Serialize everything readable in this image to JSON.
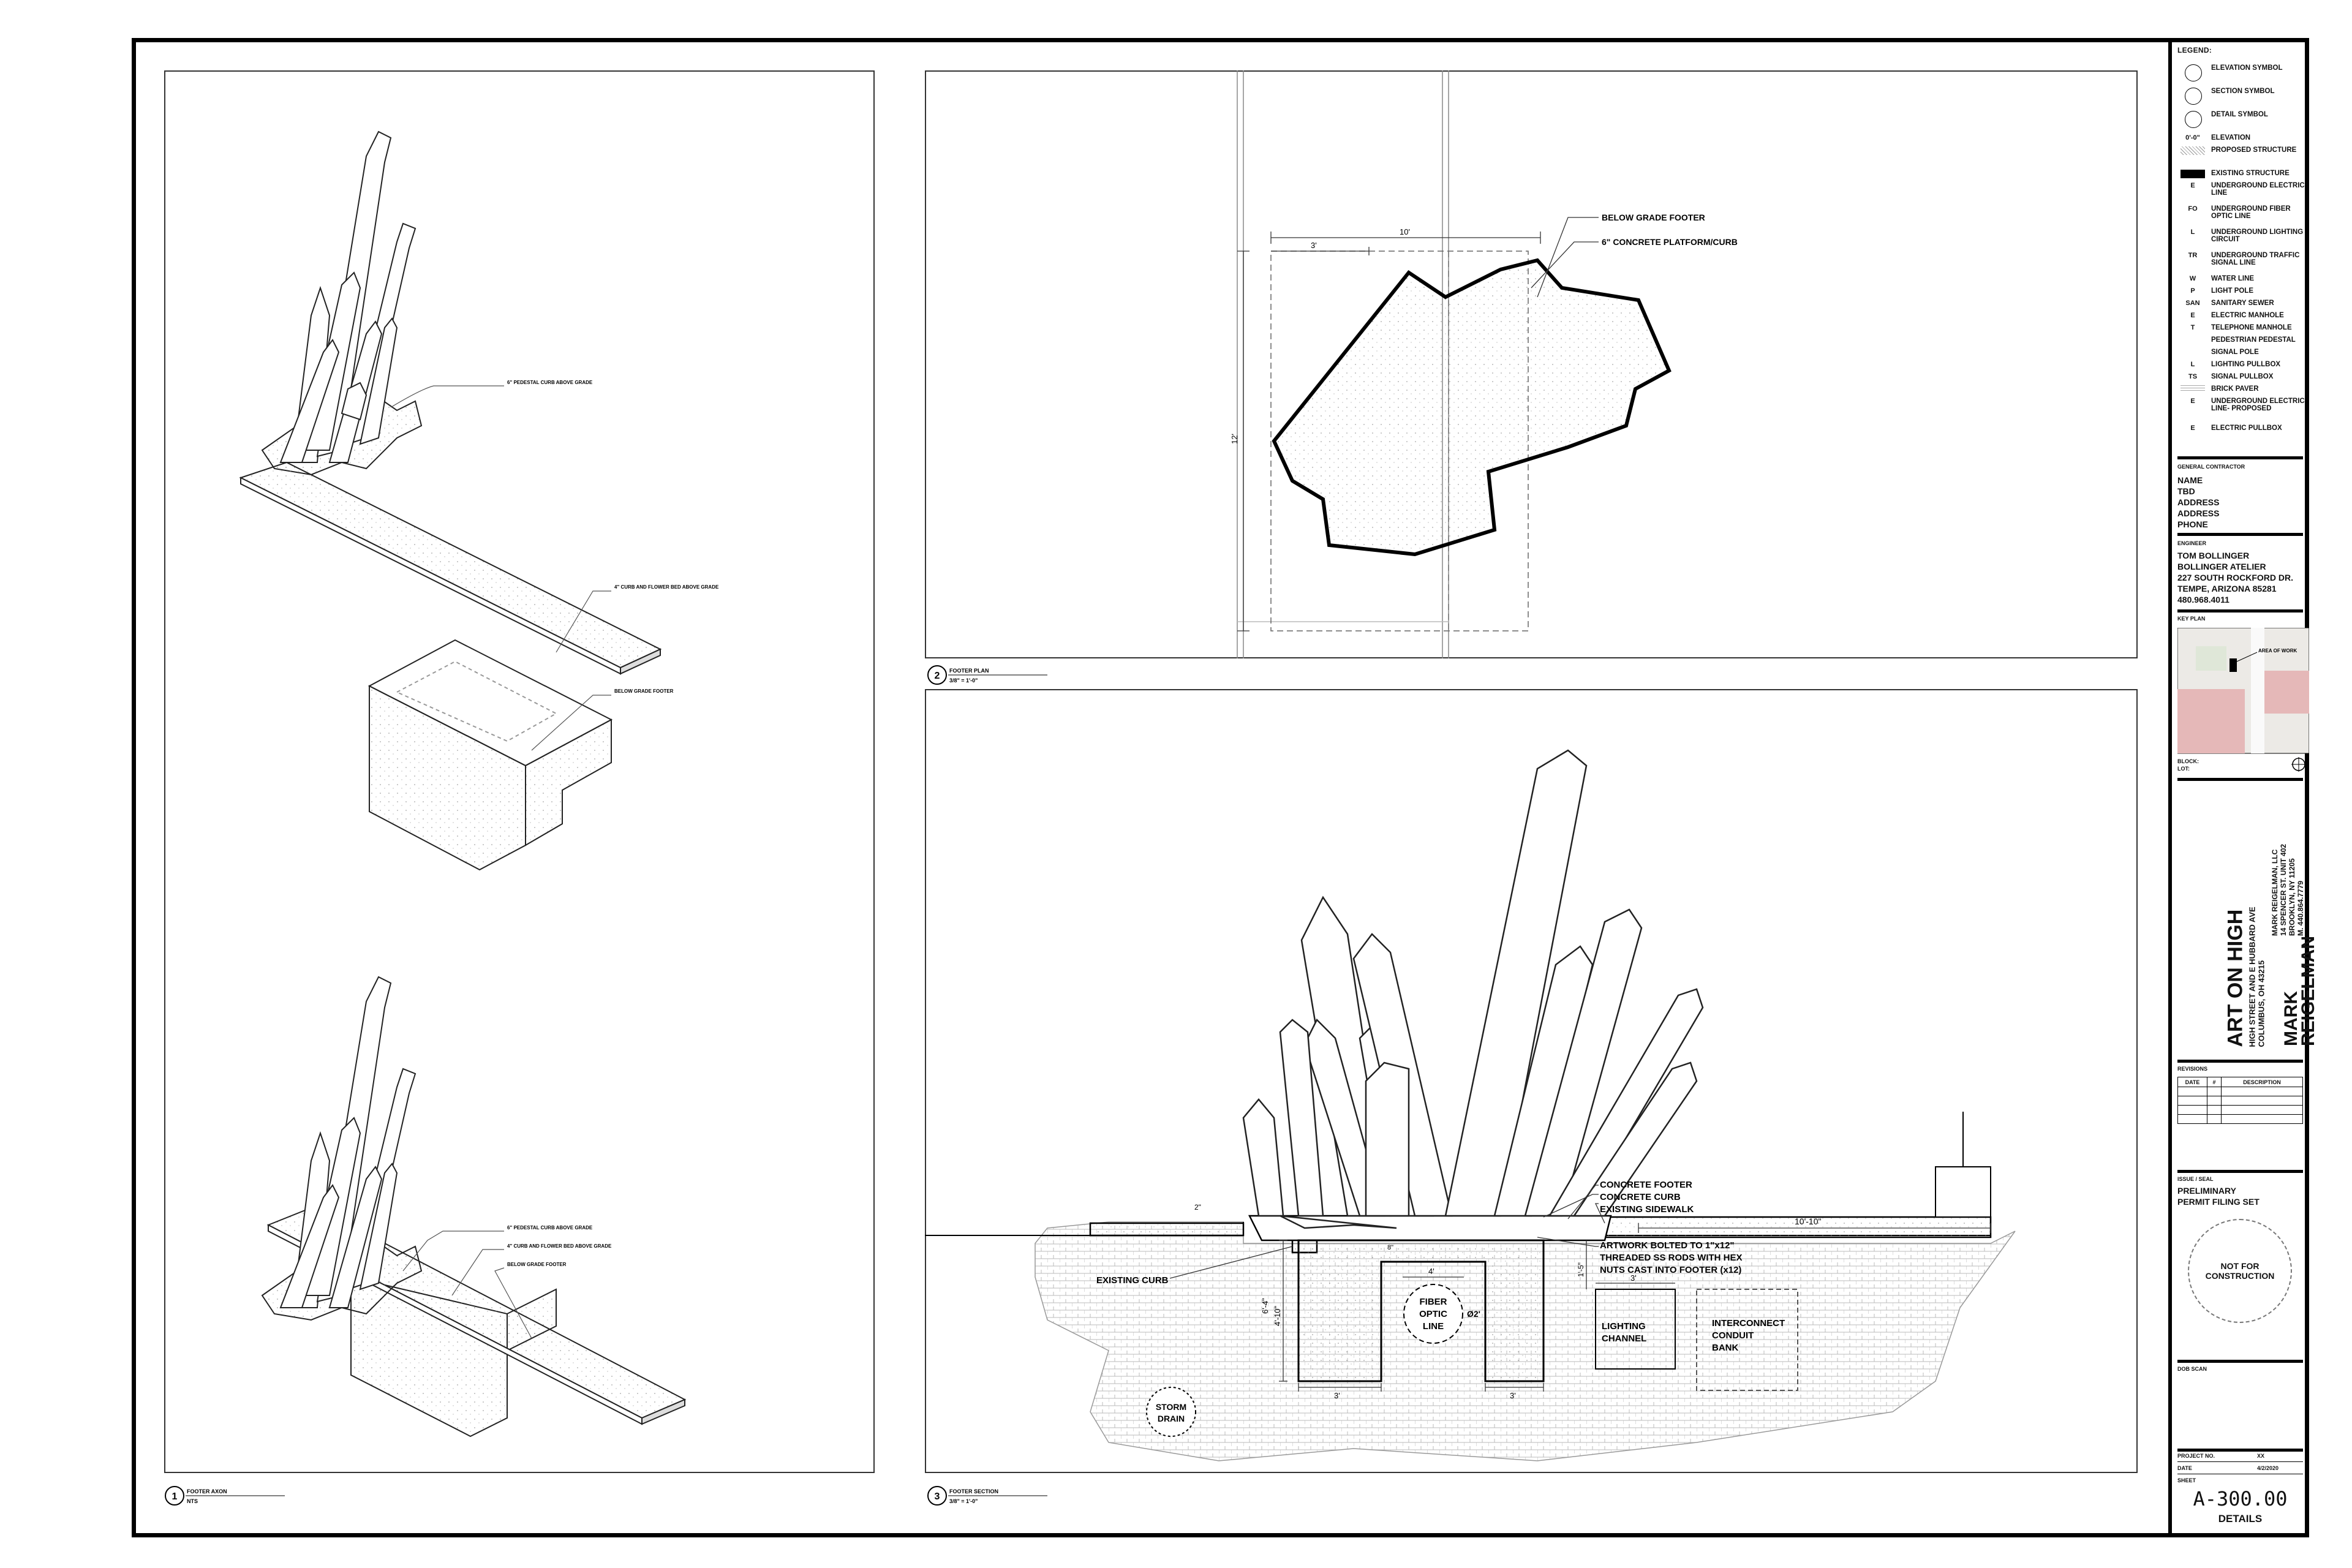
{
  "views": {
    "v1": {
      "number": "1",
      "title": "FOOTER AXON",
      "scale": "NTS"
    },
    "v2": {
      "number": "2",
      "title": "FOOTER PLAN",
      "scale": "3/8\" = 1'-0\""
    },
    "v3": {
      "number": "3",
      "title": "FOOTER SECTION",
      "scale": "3/8\" = 1'-0\""
    }
  },
  "axon": {
    "top_pedestal": "6\" PEDESTAL CURB ABOVE GRADE",
    "top_curb": "4\" CURB AND FLOWER BED ABOVE GRADE",
    "top_footer": "BELOW GRADE FOOTER",
    "bot_pedestal": "6\" PEDESTAL CURB ABOVE GRADE",
    "bot_curb": "4\" CURB AND FLOWER BED ABOVE GRADE",
    "bot_footer": "BELOW GRADE FOOTER"
  },
  "plan": {
    "below_footer": "BELOW GRADE FOOTER",
    "platform": "6\" CONCRETE PLATFORM/CURB",
    "dim_10": "10'",
    "dim_3": "3'",
    "dim_12": "12'"
  },
  "section": {
    "concrete_footer": "CONCRETE FOOTER",
    "concrete_curb": "CONCRETE CURB",
    "existing_sidewalk": "EXISTING SIDEWALK",
    "dim_10_10": "10'-10\"",
    "bolts_1": "ARTWORK BOLTED TO 1\"x12\"",
    "bolts_2": "THREADED SS RODS WITH HEX",
    "bolts_3": "NUTS CAST INTO FOOTER (x12)",
    "existing_curb": "EXISTING CURB",
    "fiber_1": "FIBER",
    "fiber_2": "OPTIC",
    "fiber_3": "LINE",
    "fiber_dia": "Ø2'",
    "lighting_1": "LIGHTING",
    "lighting_2": "CHANNEL",
    "conduit_1": "INTERCONNECT",
    "conduit_2": "CONDUIT",
    "conduit_3": "BANK",
    "storm_1": "STORM",
    "storm_2": "DRAIN",
    "dim_6_4": "6'-4\"",
    "dim_4_10": "4'-10\"",
    "dim_3a": "3'",
    "dim_3b": "3'",
    "dim_4": "4'",
    "dim_1_5": "1'-5\"",
    "dim_3c": "3'",
    "dim_2in": "2\"",
    "dim_8": "8\""
  },
  "legend": {
    "title": "LEGEND:",
    "items": [
      {
        "sym": "",
        "label": "ELEVATION SYMBOL"
      },
      {
        "sym": "",
        "label": "SECTION SYMBOL"
      },
      {
        "sym": "",
        "label": "DETAIL SYMBOL"
      },
      {
        "sym": "0'-0\"",
        "label": "ELEVATION"
      },
      {
        "sym": "",
        "label": "PROPOSED STRUCTURE"
      },
      {
        "sym": "",
        "label": "EXISTING STRUCTURE"
      },
      {
        "sym": "E",
        "label": "UNDERGROUND ELECTRIC LINE"
      },
      {
        "sym": "FO",
        "label": "UNDERGROUND FIBER OPTIC LINE"
      },
      {
        "sym": "L",
        "label": "UNDERGROUND LIGHTING CIRCUIT"
      },
      {
        "sym": "TR",
        "label": "UNDERGROUND TRAFFIC SIGNAL LINE"
      },
      {
        "sym": "W",
        "label": "WATER LINE"
      },
      {
        "sym": "P",
        "label": "LIGHT POLE"
      },
      {
        "sym": "SAN",
        "label": "SANITARY SEWER"
      },
      {
        "sym": "E",
        "label": "ELECTRIC MANHOLE"
      },
      {
        "sym": "T",
        "label": "TELEPHONE MANHOLE"
      },
      {
        "sym": "",
        "label": "PEDESTRIAN PEDESTAL"
      },
      {
        "sym": "",
        "label": "SIGNAL POLE"
      },
      {
        "sym": "L",
        "label": "LIGHTING PULLBOX"
      },
      {
        "sym": "TS",
        "label": "SIGNAL PULLBOX"
      },
      {
        "sym": "",
        "label": "BRICK PAVER"
      },
      {
        "sym": "E",
        "label": "UNDERGROUND ELECTRIC LINE- PROPOSED"
      },
      {
        "sym": "E",
        "label": "ELECTRIC PULLBOX"
      }
    ]
  },
  "contractor": {
    "title": "GENERAL CONTRACTOR",
    "lines": [
      "NAME",
      "TBD",
      "ADDRESS",
      "ADDRESS",
      "PHONE"
    ]
  },
  "engineer": {
    "title": "ENGINEER",
    "lines": [
      "TOM BOLLINGER",
      "BOLLINGER ATELIER",
      "227 SOUTH ROCKFORD DR.",
      "TEMPE, ARIZONA 85281",
      "480.968.4011"
    ]
  },
  "keyplan": {
    "title": "KEY PLAN",
    "area": "AREA OF WORK",
    "block": "BLOCK:",
    "lot": "LOT:"
  },
  "project": {
    "name": "ART ON HIGH",
    "address_1": "HIGH STREET AND E HUBBARD AVE",
    "address_2": "COLUMBUS, OH 43215",
    "artist_1": "MARK",
    "artist_2": "REIGELMAN",
    "firm_1": "MARK REIGELMAN, LLC",
    "firm_2": "14 SPENCER ST. UNIT 402",
    "firm_3": "BROOKLYN, NY 11205",
    "firm_4": "M. 440.864.7779"
  },
  "revisions": {
    "title": "REVISIONS",
    "headers": [
      "DATE",
      "#",
      "DESCRIPTION"
    ]
  },
  "issue": {
    "title": "ISSUE / SEAL",
    "line_1": "PRELIMINARY",
    "line_2": "PERMIT FILING SET",
    "seal_1": "NOT FOR",
    "seal_2": "CONSTRUCTION"
  },
  "dob": {
    "title": "DOB SCAN"
  },
  "sheet": {
    "project_no_label": "PROJECT NO.",
    "project_no": "XX",
    "date_label": "DATE",
    "date": "4/2/2020",
    "sheet_label": "SHEET",
    "number": "A-300.00",
    "title": "DETAILS"
  }
}
